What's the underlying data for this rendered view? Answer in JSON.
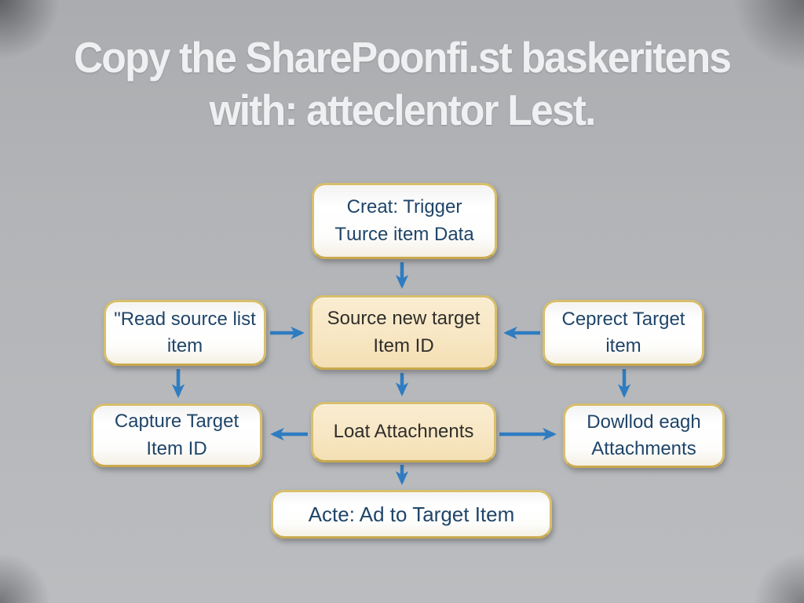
{
  "title": {
    "line1": "Copy the SharePoonfi.st baskeritens",
    "line2": "with: atteclentor Lest."
  },
  "colors": {
    "background": "#b2b4b7",
    "title_text": "#eef0f1",
    "arrow_blue": "#2e7cc1",
    "gold_border": "#d9bf6b",
    "white_node_fill": "#fdfdfc",
    "peach_node_fill": "#f8e7c4",
    "navy_text": "#1f4569",
    "dark_text": "#302e2a"
  },
  "diagram": {
    "nodes": [
      {
        "id": "trigger",
        "label": "Creat: Trigger\nTɯrce item Data",
        "variant": "white"
      },
      {
        "id": "source-new-target",
        "label": "Source new target\nItem ID",
        "variant": "peach"
      },
      {
        "id": "read-source-list",
        "label": "\"Read source list\nitem",
        "variant": "white"
      },
      {
        "id": "ceprect-target",
        "label": "Ceprect Target\nitem",
        "variant": "white"
      },
      {
        "id": "capture-target",
        "label": "Capture Target\nItem ID",
        "variant": "white"
      },
      {
        "id": "loat-attachments",
        "label": "Loat Attachnents",
        "variant": "peach"
      },
      {
        "id": "dowllod-attachments",
        "label": "Dowllod eagh\nAttachments",
        "variant": "white"
      },
      {
        "id": "add-to-target",
        "label": "Acte: Ad to Target Item",
        "variant": "white"
      }
    ],
    "edges": [
      {
        "from": "trigger",
        "to": "source-new-target",
        "direction": "down"
      },
      {
        "from": "read-source-list",
        "to": "source-new-target",
        "direction": "right"
      },
      {
        "from": "ceprect-target",
        "to": "source-new-target",
        "direction": "left"
      },
      {
        "from": "read-source-list",
        "to": "capture-target",
        "direction": "down"
      },
      {
        "from": "source-new-target",
        "to": "loat-attachments",
        "direction": "down"
      },
      {
        "from": "ceprect-target",
        "to": "dowllod-attachments",
        "direction": "down"
      },
      {
        "from": "loat-attachments",
        "to": "capture-target",
        "direction": "left"
      },
      {
        "from": "loat-attachments",
        "to": "dowllod-attachments",
        "direction": "right"
      },
      {
        "from": "loat-attachments",
        "to": "add-to-target",
        "direction": "down"
      }
    ]
  }
}
